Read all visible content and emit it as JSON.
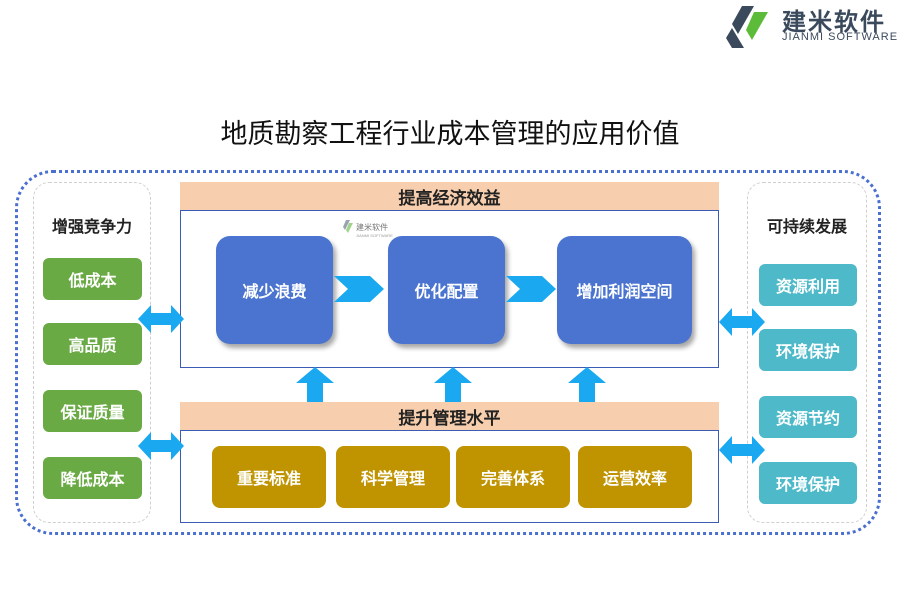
{
  "logo": {
    "name_cn": "建米软件",
    "name_en": "JIANMI SOFTWARE",
    "watermark_cn": "建米软件",
    "watermark_en": "JIANMI SOFTWARE"
  },
  "title": "地质勘察工程行业成本管理的应用价值",
  "left": {
    "title": "增强竞争力",
    "items": [
      "低成本",
      "高品质",
      "保证质量",
      "降低成本"
    ]
  },
  "right": {
    "title": "可持续发展",
    "items": [
      "资源利用",
      "环境保护",
      "资源节约",
      "环境保护"
    ]
  },
  "top_section": {
    "header": "提高经济效益",
    "steps": [
      "减少浪费",
      "优化配置",
      "增加利润空间"
    ]
  },
  "bottom_section": {
    "header": "提升管理水平",
    "items": [
      "重要标准",
      "科学管理",
      "完善体系",
      "运营效率"
    ]
  },
  "colors": {
    "outer_border": "#4a6fd0",
    "green": "#6aaa45",
    "teal": "#4db9c9",
    "blue": "#4a74cf",
    "gold": "#bf9400",
    "header": "#f8cfae",
    "arrow": "#1aa9f0"
  }
}
